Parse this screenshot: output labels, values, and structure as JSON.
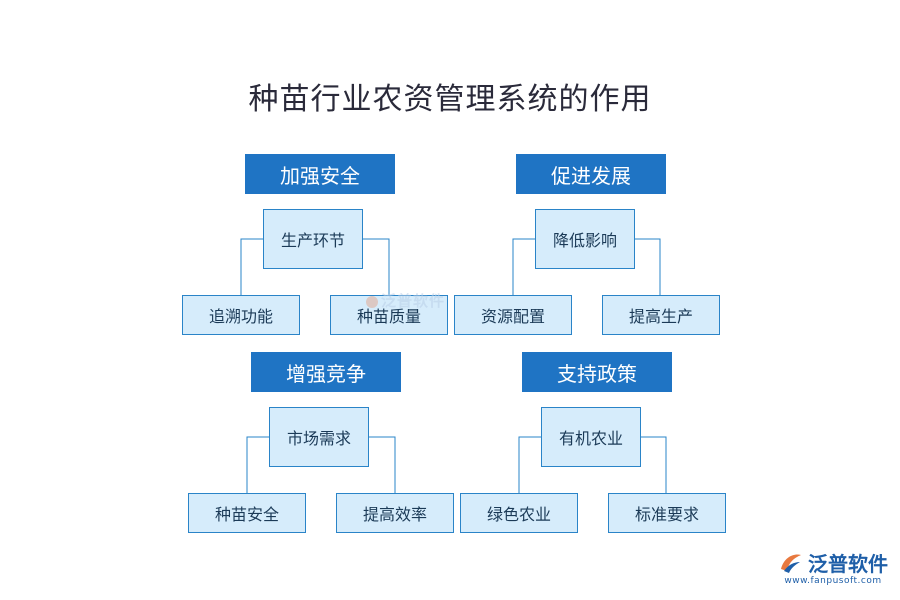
{
  "title": "种苗行业农资管理系统的作用",
  "colors": {
    "header_bg": "#1f74c4",
    "node_bg": "#d6ecfb",
    "node_border": "#2a84c8"
  },
  "groups": [
    {
      "header": "加强安全",
      "center": "生产环节",
      "left": "追溯功能",
      "right": "种苗质量"
    },
    {
      "header": "促进发展",
      "center": "降低影响",
      "left": "资源配置",
      "right": "提高生产"
    },
    {
      "header": "增强竞争",
      "center": "市场需求",
      "left": "种苗安全",
      "right": "提高效率"
    },
    {
      "header": "支持政策",
      "center": "有机农业",
      "left": "绿色农业",
      "right": "标准要求"
    }
  ],
  "watermark": {
    "text": "泛普软件"
  },
  "logo": {
    "name": "泛普软件",
    "url": "www.fanpusoft.com",
    "icon": "fanpu-logo-icon"
  }
}
